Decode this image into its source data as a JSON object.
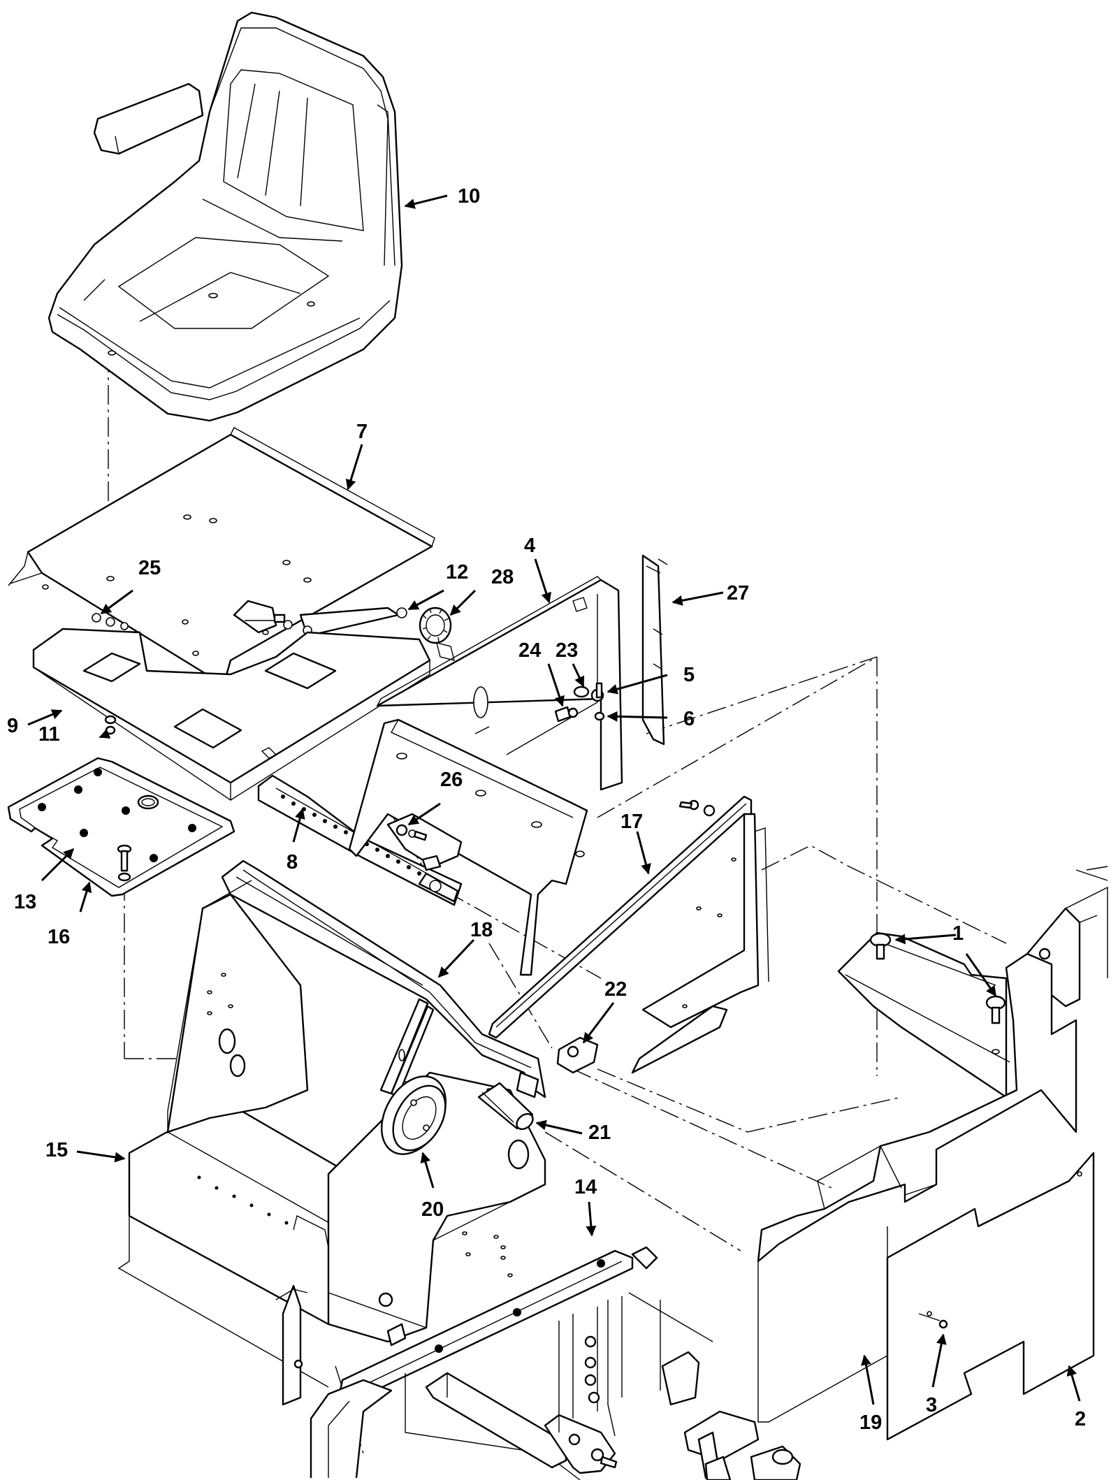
{
  "callouts": [
    {
      "id": "p1",
      "label": "1"
    },
    {
      "id": "p2",
      "label": "2"
    },
    {
      "id": "p3",
      "label": "3"
    },
    {
      "id": "p4",
      "label": "4"
    },
    {
      "id": "p5",
      "label": "5"
    },
    {
      "id": "p6",
      "label": "6"
    },
    {
      "id": "p7",
      "label": "7"
    },
    {
      "id": "p8",
      "label": "8"
    },
    {
      "id": "p9",
      "label": "9"
    },
    {
      "id": "p10",
      "label": "10"
    },
    {
      "id": "p11",
      "label": "11"
    },
    {
      "id": "p12",
      "label": "12"
    },
    {
      "id": "p13",
      "label": "13"
    },
    {
      "id": "p14",
      "label": "14"
    },
    {
      "id": "p15",
      "label": "15"
    },
    {
      "id": "p16",
      "label": "16"
    },
    {
      "id": "p17",
      "label": "17"
    },
    {
      "id": "p18",
      "label": "18"
    },
    {
      "id": "p19",
      "label": "19"
    },
    {
      "id": "p20",
      "label": "20"
    },
    {
      "id": "p21",
      "label": "21"
    },
    {
      "id": "p22",
      "label": "22"
    },
    {
      "id": "p23",
      "label": "23"
    },
    {
      "id": "p24",
      "label": "24"
    },
    {
      "id": "p25",
      "label": "25"
    },
    {
      "id": "p26",
      "label": "26"
    },
    {
      "id": "p27",
      "label": "27"
    },
    {
      "id": "p28",
      "label": "28"
    }
  ]
}
